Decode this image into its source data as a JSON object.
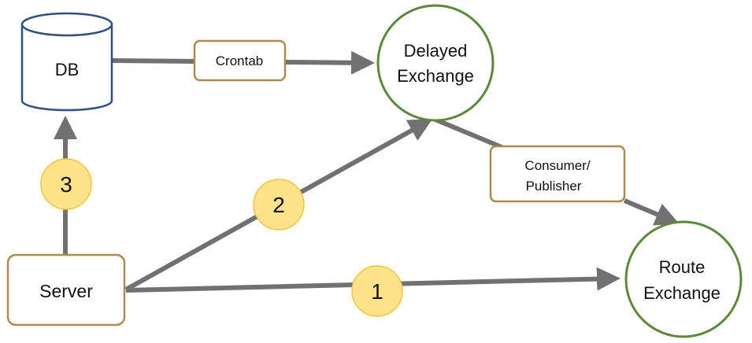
{
  "nodes": {
    "db": {
      "label": "DB"
    },
    "crontab": {
      "label": "Crontab"
    },
    "delayed_exchange": {
      "label_line1": "Delayed",
      "label_line2": "Exchange"
    },
    "consumer_publisher": {
      "label_line1": "Consumer/",
      "label_line2": "Publisher"
    },
    "route_exchange": {
      "label_line1": "Route",
      "label_line2": "Exchange"
    },
    "server": {
      "label": "Server"
    }
  },
  "steps": {
    "step_1": "1",
    "step_2": "2",
    "step_3": "3"
  },
  "colors": {
    "arrow": "#727070",
    "db_border": "#2f4f8a",
    "box_border": "#b08a4a",
    "circle_border": "#5a8a35",
    "badge_fill": "#ffe38a",
    "badge_border": "#f0c63a",
    "text": "#111111"
  }
}
